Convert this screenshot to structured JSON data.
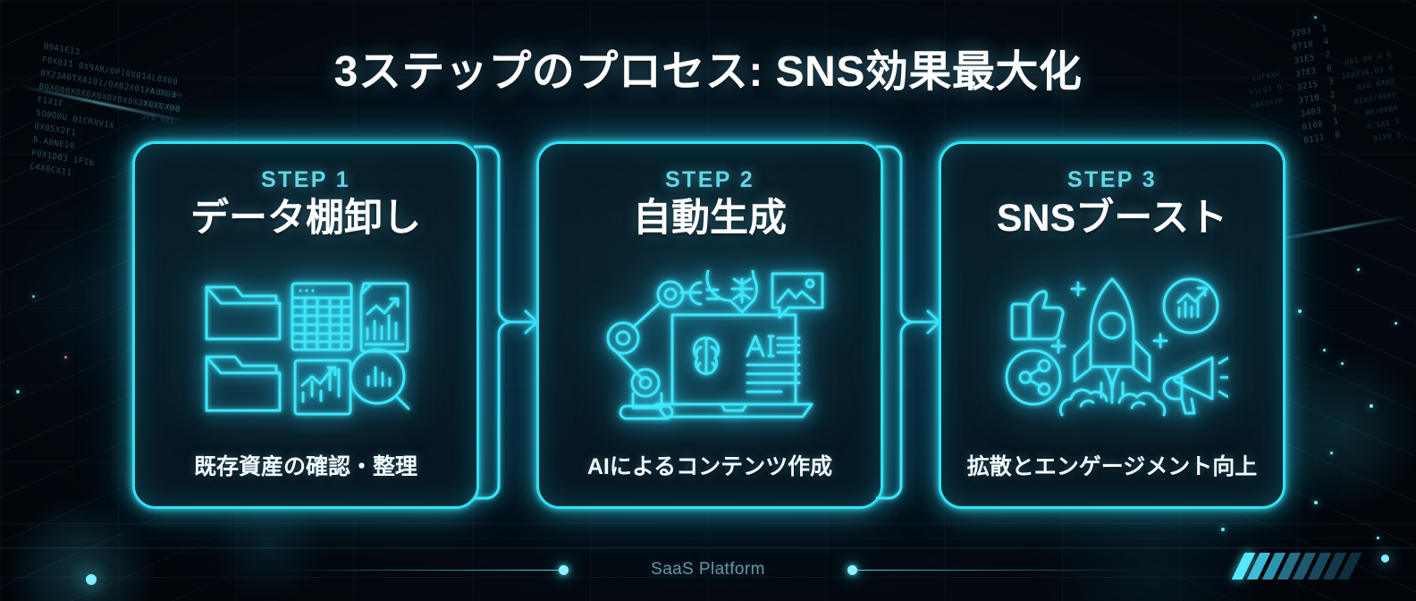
{
  "title": "3ステップのプロセス: SNS効果最大化",
  "theme": {
    "accent": "#2fe3f4",
    "step_label_color": "#63d6e4",
    "title_color": "#ffffff",
    "background": "#02060b",
    "card_background": "#050f17",
    "footer_text_color": "#6d92a3"
  },
  "steps": [
    {
      "step_label": "STEP 1",
      "title": "データ棚卸し",
      "subtitle": "既存資産の確認・整理",
      "icons": [
        "folder-icon",
        "folder-icon",
        "spreadsheet-icon",
        "chart-document-icon",
        "bar-chart-icon",
        "magnifier-chart-icon"
      ]
    },
    {
      "step_label": "STEP 2",
      "title": "自動生成",
      "subtitle": "AIによるコンテンツ作成",
      "icons": [
        "robot-arm-icon",
        "laptop-icon",
        "brain-icon",
        "neural-brain-badge-icon",
        "image-speech-bubble-icon"
      ],
      "icon_text": "AI"
    },
    {
      "step_label": "STEP 3",
      "title": "SNSブースト",
      "subtitle": "拡散とエンゲージメント向上",
      "icons": [
        "rocket-icon",
        "thumbs-up-icon",
        "share-nodes-icon",
        "analytics-circle-icon",
        "megaphone-icon",
        "sparkle-icon"
      ]
    }
  ],
  "connectors": [
    {
      "name": "arrow-step1-to-step2",
      "glyph": "→"
    },
    {
      "name": "arrow-step2-to-step3",
      "glyph": "→"
    }
  ],
  "footer": {
    "text": "SaaS Platform"
  }
}
